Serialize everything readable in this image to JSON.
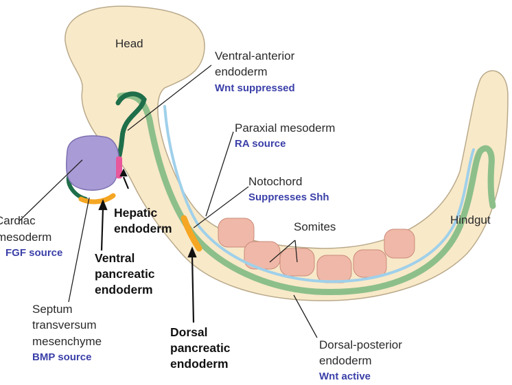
{
  "colors": {
    "embryo_fill": "#f8e9c9",
    "embryo_stroke": "#b9a98a",
    "endoderm_green": "#8dbf8a",
    "endoderm_dark_green": "#1f6e4a",
    "notochord_blue": "#9fd0ea",
    "somite_fill": "#f0b8a8",
    "cardiac_purple": "#a99bd6",
    "hepatic_pink": "#e8569b",
    "pancreatic_orange": "#f5a623",
    "source_text_blue": "#3a3fa8"
  },
  "labels": {
    "head": "Head",
    "hindgut": "Hindgut",
    "ventral_anterior": [
      "Ventral-anterior",
      "endoderm"
    ],
    "wnt_suppressed": "Wnt suppressed",
    "paraxial": "Paraxial mesoderm",
    "ra_source": "RA source",
    "notochord": "Notochord",
    "suppresses_shh": "Suppresses Shh",
    "somites": "Somites",
    "cardiac": [
      "Cardiac",
      "mesoderm"
    ],
    "fgf_source": "FGF source",
    "hepatic": [
      "Hepatic",
      "endoderm"
    ],
    "ventral_pancreatic": [
      "Ventral",
      "pancreatic",
      "endoderm"
    ],
    "septum": [
      "Septum",
      "transversum",
      "mesenchyme"
    ],
    "bmp_source": "BMP source",
    "dorsal_pancreatic": [
      "Dorsal",
      "pancreatic",
      "endoderm"
    ],
    "dorsal_posterior": [
      "Dorsal-posterior",
      "endoderm"
    ],
    "wnt_active": "Wnt active"
  }
}
